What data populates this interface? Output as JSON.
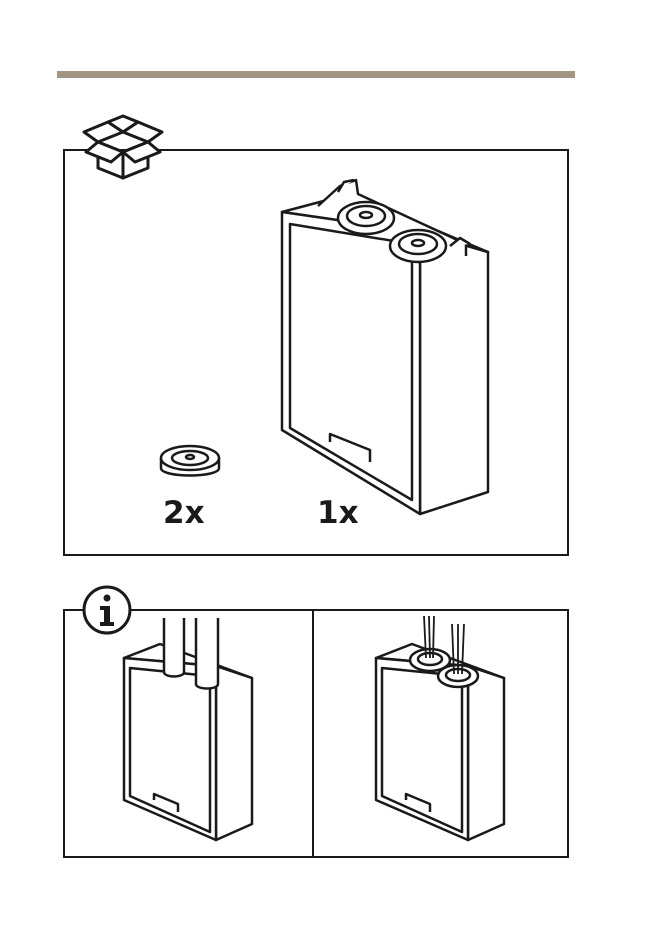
{
  "colors": {
    "accent_rule": "#a59585",
    "line": "#1a1a1a"
  },
  "icons": {
    "package": "open-box-icon",
    "info": "info-icon"
  },
  "parts": [
    {
      "quantity": "2x",
      "item": "cable-gland-grommet"
    },
    {
      "quantity": "1x",
      "item": "junction-box"
    }
  ]
}
